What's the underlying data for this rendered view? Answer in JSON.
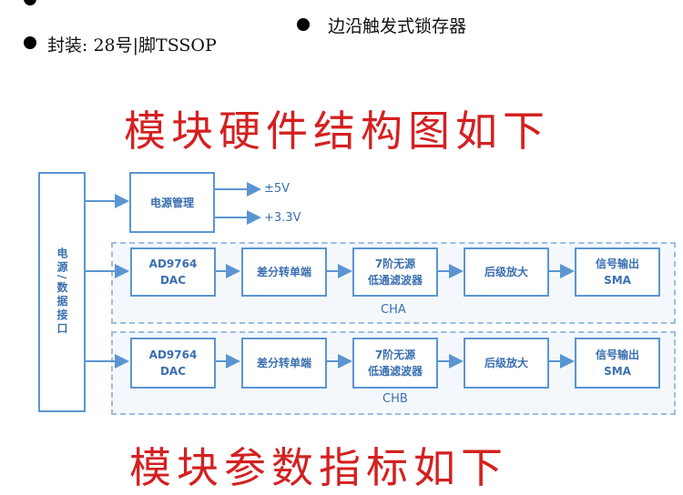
{
  "specs": {
    "package": "封装: 28号|脚TSSOP",
    "latch": "边沿触发式锁存器"
  },
  "headings": {
    "hardware": "模块硬件结构图如下",
    "params": "模块参数指标如下"
  },
  "diagram": {
    "interface": "电源/数据接口",
    "power": "电源管理",
    "v5": "±5V",
    "v33": "+3.3V",
    "channels": [
      {
        "name": "CHA",
        "dac1": "AD9764",
        "dac2": "DAC",
        "diff": "差分转单端",
        "filter1": "7阶无源",
        "filter2": "低通滤波器",
        "amp": "后级放大",
        "out1": "信号输出",
        "out2": "SMA"
      },
      {
        "name": "CHB",
        "dac1": "AD9764",
        "dac2": "DAC",
        "diff": "差分转单端",
        "filter1": "7阶无源",
        "filter2": "低通滤波器",
        "amp": "后级放大",
        "out1": "信号输出",
        "out2": "SMA"
      }
    ]
  },
  "colors": {
    "line": "#5b95d1",
    "heading": "#d42020"
  }
}
